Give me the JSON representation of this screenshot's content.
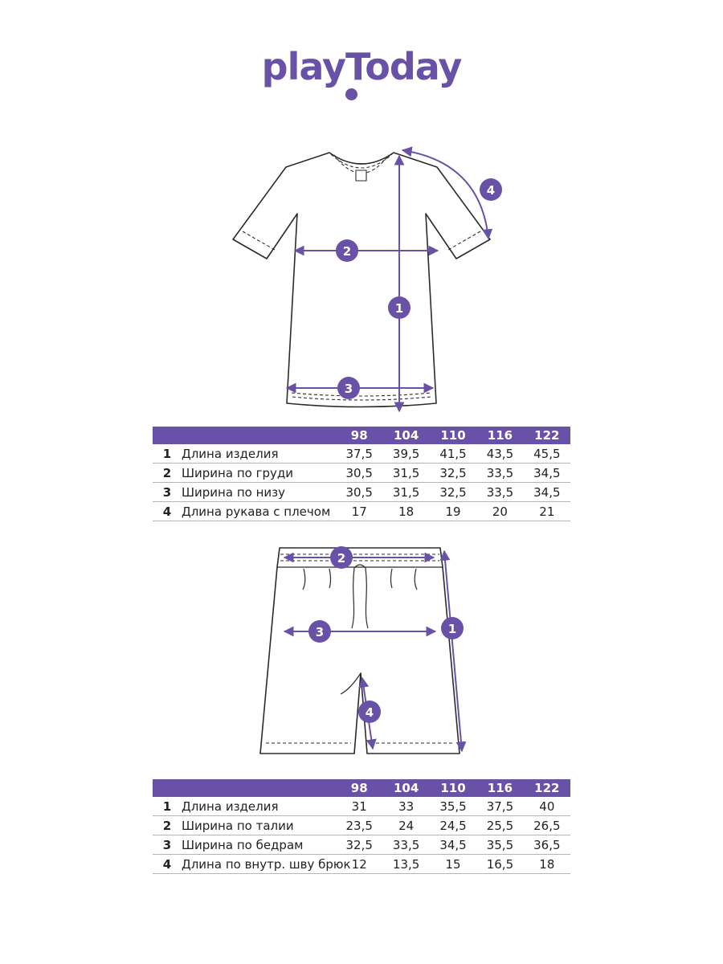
{
  "colors": {
    "accent_purple": "#6a51a8",
    "drawing_line": "#2b2b2b",
    "table_border": "#b5b5b5"
  },
  "brand": {
    "logo_text": "playToday"
  },
  "tshirt_diagram": {
    "markers": [
      "1",
      "2",
      "3",
      "4"
    ]
  },
  "tshirt_table": {
    "sizes": [
      "98",
      "104",
      "110",
      "116",
      "122"
    ],
    "rows": [
      {
        "num": "1",
        "label": "Длина изделия",
        "values": [
          "37,5",
          "39,5",
          "41,5",
          "43,5",
          "45,5"
        ]
      },
      {
        "num": "2",
        "label": "Ширина по груди",
        "values": [
          "30,5",
          "31,5",
          "32,5",
          "33,5",
          "34,5"
        ]
      },
      {
        "num": "3",
        "label": "Ширина по низу",
        "values": [
          "30,5",
          "31,5",
          "32,5",
          "33,5",
          "34,5"
        ]
      },
      {
        "num": "4",
        "label": "Длина рукава с плечом",
        "values": [
          "17",
          "18",
          "19",
          "20",
          "21"
        ]
      }
    ]
  },
  "shorts_diagram": {
    "markers": [
      "1",
      "2",
      "3",
      "4"
    ]
  },
  "shorts_table": {
    "sizes": [
      "98",
      "104",
      "110",
      "116",
      "122"
    ],
    "rows": [
      {
        "num": "1",
        "label": "Длина изделия",
        "values": [
          "31",
          "33",
          "35,5",
          "37,5",
          "40"
        ]
      },
      {
        "num": "2",
        "label": "Ширина по талии",
        "values": [
          "23,5",
          "24",
          "24,5",
          "25,5",
          "26,5"
        ]
      },
      {
        "num": "3",
        "label": "Ширина по бедрам",
        "values": [
          "32,5",
          "33,5",
          "34,5",
          "35,5",
          "36,5"
        ]
      },
      {
        "num": "4",
        "label": "Длина по внутр. шву брюк",
        "values": [
          "12",
          "13,5",
          "15",
          "16,5",
          "18"
        ]
      }
    ]
  }
}
